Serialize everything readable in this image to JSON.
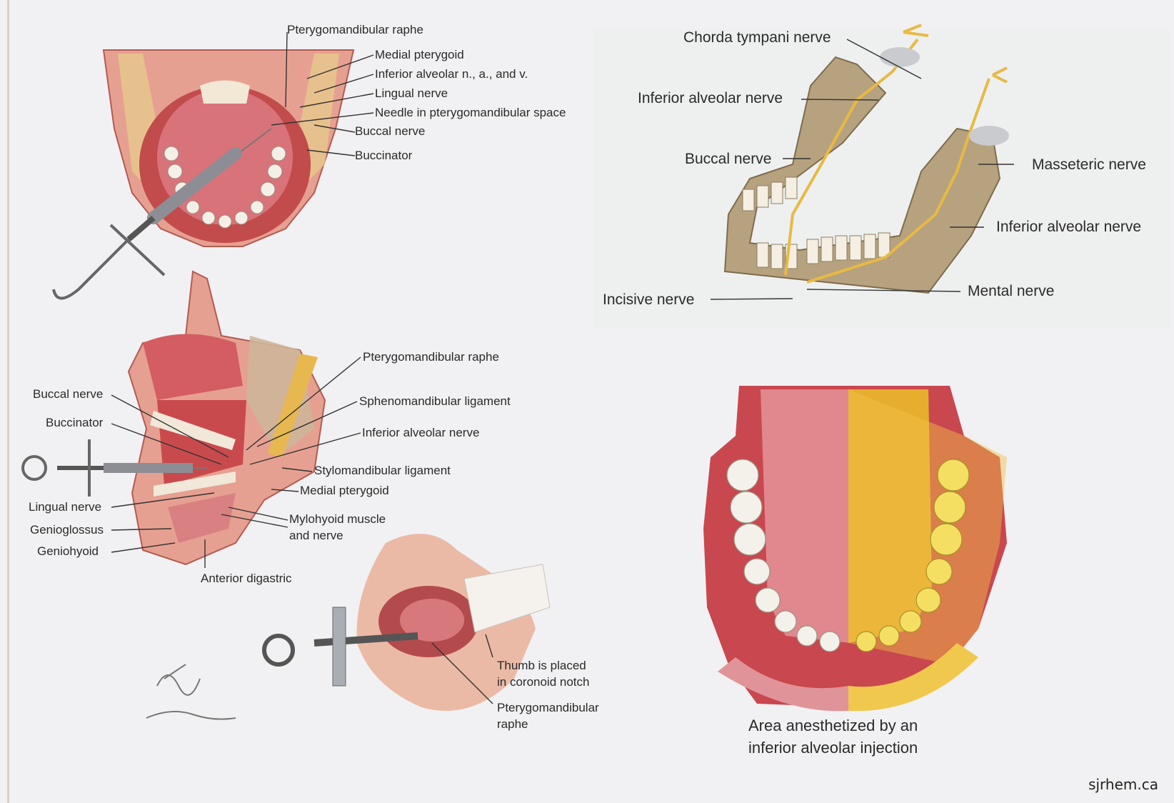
{
  "colors": {
    "background": "#f1f1f3",
    "tissue": "#dd8d8a",
    "tissue_dark": "#b8504f",
    "bone": "#b89f78",
    "nerve": "#e6b64a",
    "anesthetized": "#e7b02d",
    "tooth": "#f2efe6"
  },
  "panels": {
    "axial_section": {
      "labels": [
        "Pterygomandibular raphe",
        "Medial pterygoid",
        "Inferior alveolar n., a., and v.",
        "Lingual nerve",
        "Needle in pterygomandibular space",
        "Buccal nerve",
        "Buccinator"
      ]
    },
    "sagittal_section": {
      "labels_right": [
        "Pterygomandibular raphe",
        "Sphenomandibular ligament",
        "Inferior alveolar nerve",
        "Stylomandibular ligament",
        "Medial pterygoid",
        "Mylohyoid muscle",
        "and nerve"
      ],
      "labels_left": [
        "Buccal nerve",
        "Buccinator",
        "Lingual nerve",
        "Genioglossus",
        "Geniohyoid",
        "Anterior digastric"
      ]
    },
    "mandible": {
      "labels": [
        "Chorda tympani nerve",
        "Inferior alveolar nerve",
        "Buccal nerve",
        "Masseteric nerve",
        "Inferior alveolar nerve",
        "Mental nerve",
        "Incisive nerve"
      ]
    },
    "patient_injection": {
      "labels": [
        "Thumb is placed",
        "in coronoid notch",
        "Pterygomandibular",
        "raphe"
      ]
    },
    "anesthetized_area": {
      "caption_line1": "Area anesthetized by an",
      "caption_line2": "inferior alveolar injection"
    }
  },
  "watermark": "sjrhem.ca"
}
